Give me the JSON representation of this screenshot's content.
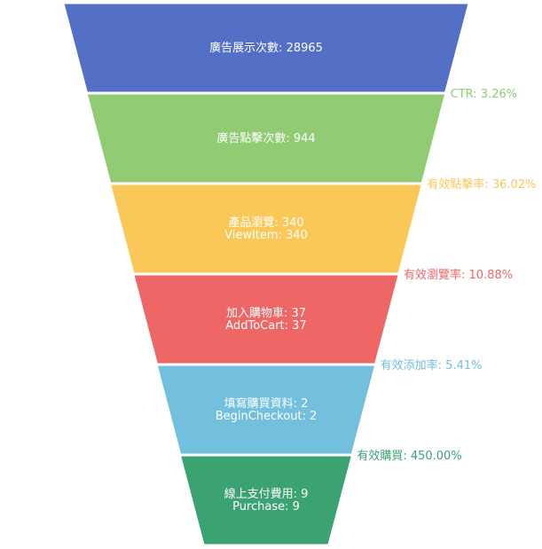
{
  "chart_data": {
    "type": "funnel",
    "stages": [
      {
        "lines": [
          "廣告展示次數: 28965"
        ],
        "value": 28965,
        "color": "#5470c6"
      },
      {
        "lines": [
          "廣告點擊次數: 944"
        ],
        "value": 944,
        "color": "#91cc75"
      },
      {
        "lines": [
          "產品瀏覽: 340",
          "ViewItem: 340"
        ],
        "value": 340,
        "color": "#fac858"
      },
      {
        "lines": [
          "加入購物車: 37",
          "AddToCart: 37"
        ],
        "value": 37,
        "color": "#ee6666"
      },
      {
        "lines": [
          "填寫購買資料: 2",
          "BeginCheckout: 2"
        ],
        "value": 2,
        "color": "#73c0de"
      },
      {
        "lines": [
          "線上支付費用: 9",
          "Purchase: 9"
        ],
        "value": 9,
        "color": "#3ba272"
      }
    ],
    "rates": [
      {
        "text": "CTR: 3.26%",
        "value": 3.26,
        "color": "#91cc75"
      },
      {
        "text": "有效點擊率: 36.02%",
        "value": 36.02,
        "color": "#fac858"
      },
      {
        "text": "有效瀏覽率: 10.88%",
        "value": 10.88,
        "color": "#ee6666"
      },
      {
        "text": "有效添加率: 5.41%",
        "value": 5.41,
        "color": "#73c0de"
      },
      {
        "text": "有效購買: 450.00%",
        "value": 450.0,
        "color": "#3ba272"
      }
    ]
  }
}
